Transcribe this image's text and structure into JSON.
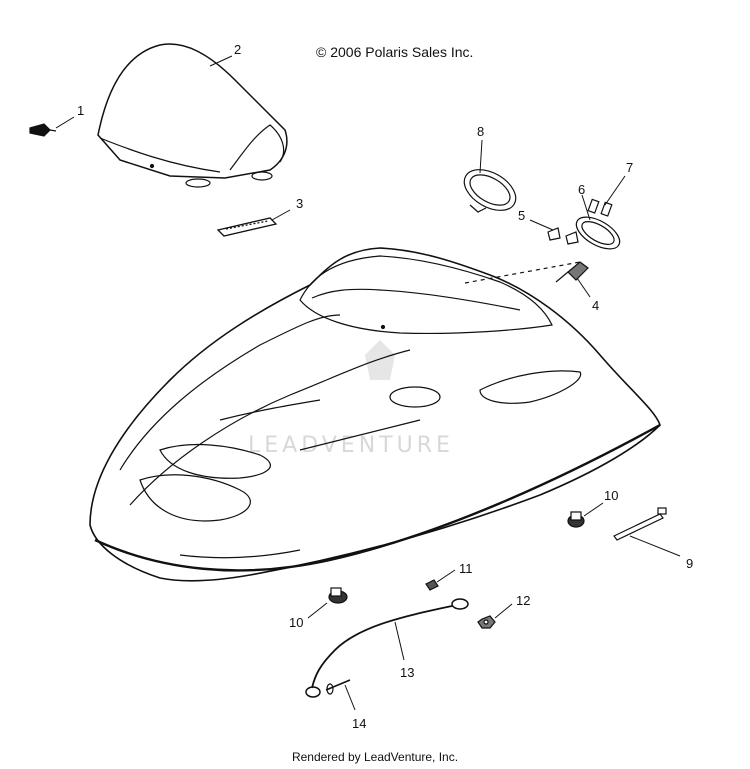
{
  "header": {
    "copyright": "© 2006 Polaris Sales Inc."
  },
  "footer": {
    "rendered_by": "Rendered by LeadVenture, Inc."
  },
  "watermark": {
    "logo_text": "LEADVENTURE"
  },
  "callouts": {
    "c1": "1",
    "c2": "2",
    "c3": "3",
    "c4": "4",
    "c5": "5",
    "c6": "6",
    "c7": "7",
    "c8": "8",
    "c9": "9",
    "c10a": "10",
    "c10b": "10",
    "c11": "11",
    "c12": "12",
    "c13": "13",
    "c14": "14"
  }
}
